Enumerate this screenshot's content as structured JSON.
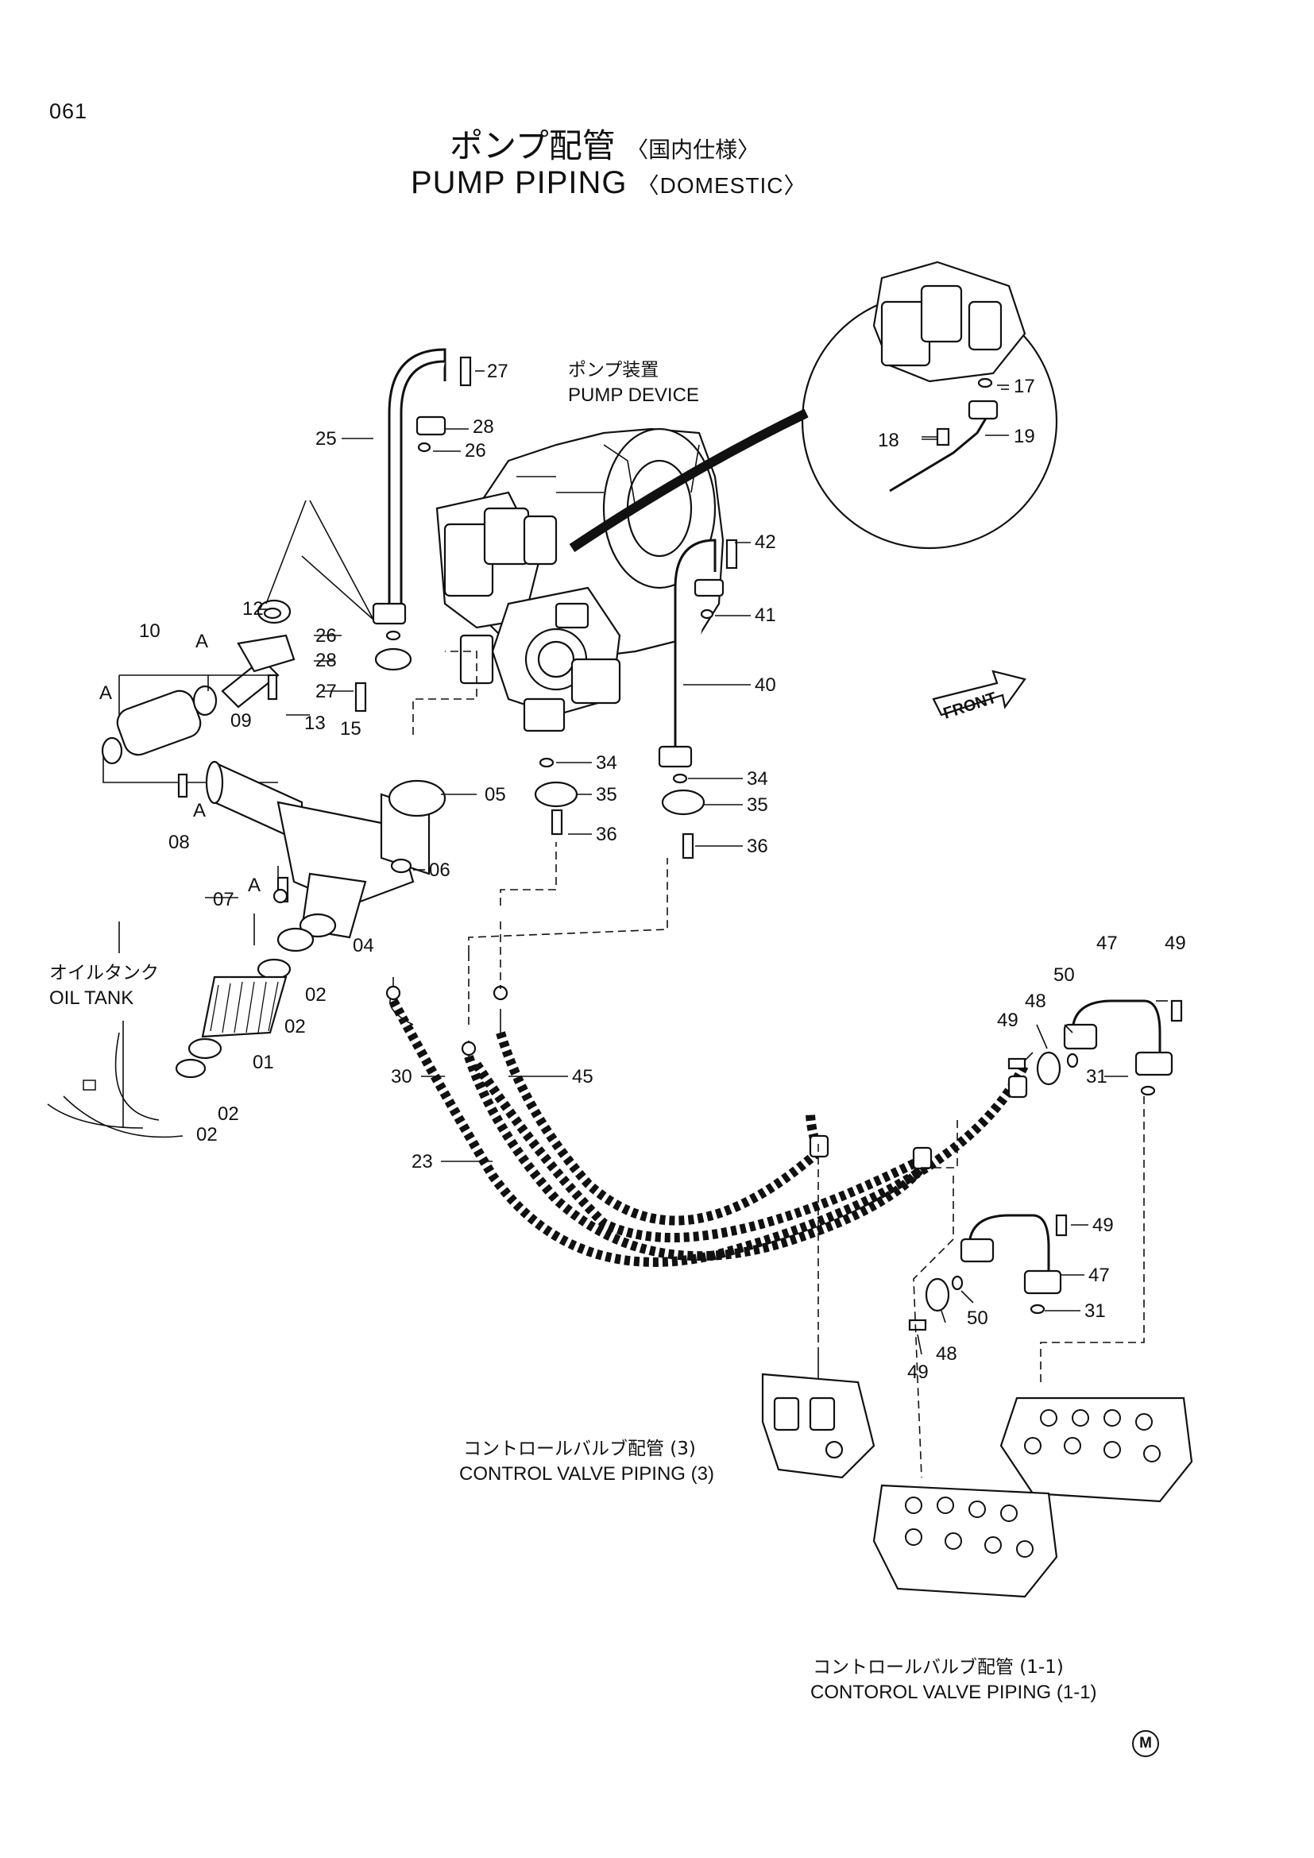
{
  "page_number": "061",
  "title": {
    "ja": "ポンプ配管",
    "ja_sub": "〈国内仕様〉",
    "en": "PUMP PIPING",
    "en_sub": "〈DOMESTIC〉"
  },
  "labels": {
    "pump_device_ja": "ポンプ装置",
    "pump_device_en": "PUMP DEVICE",
    "oil_tank_ja": "オイルタンク",
    "oil_tank_en": "OIL TANK",
    "front": "FRONT",
    "cv3_ja": "コントロールバルブ配管 (3)",
    "cv3_en": "CONTROL VALVE PIPING (3)",
    "cv11_ja": "コントロールバルブ配管 (1-1)",
    "cv11_en": "CONTOROL VALVE PIPING (1-1)"
  },
  "callouts": {
    "c27a": "27",
    "c28a": "28",
    "c26a": "26",
    "c25": "25",
    "c12": "12",
    "c10": "10",
    "cAa": "A",
    "cAb": "A",
    "c09": "09",
    "c13": "13",
    "c26b": "26",
    "c28b": "28",
    "c27b": "27",
    "c15": "15",
    "c08": "08",
    "cAc": "A",
    "c07": "07",
    "cAd": "A",
    "c05": "05",
    "c06": "06",
    "c04": "04",
    "c02a": "02",
    "c02b": "02",
    "c01": "01",
    "c02c": "02",
    "c02d": "02",
    "c17": "17",
    "c18": "18",
    "c19": "19",
    "c42": "42",
    "c41": "41",
    "c40": "40",
    "c34a": "34",
    "c35a": "35",
    "c36a": "36",
    "c34b": "34",
    "c35b": "35",
    "c36b": "36",
    "c30": "30",
    "c45": "45",
    "c23": "23",
    "c47a": "47",
    "c49a": "49",
    "c50a": "50",
    "c48a": "48",
    "c49b": "49",
    "c31a": "31",
    "c49c": "49",
    "c47b": "47",
    "c31b": "31",
    "c50b": "50",
    "c49d": "49",
    "c48b": "48"
  },
  "corner_mark": "M"
}
